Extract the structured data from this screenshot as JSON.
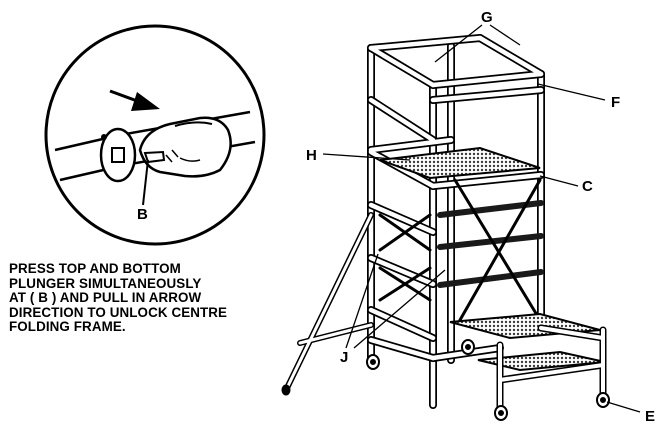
{
  "instruction": {
    "lines": [
      "PRESS TOP AND BOTTOM",
      "PLUNGER SIMULTANEOUSLY",
      "AT ( B ) AND PULL IN ARROW",
      "DIRECTION TO UNLOCK CENTRE",
      "FOLDING FRAME."
    ]
  },
  "callouts": {
    "b": "B",
    "c": "C",
    "e": "E",
    "f": "F",
    "g": "G",
    "h": "H",
    "j": "J"
  },
  "colors": {
    "line": "#000000",
    "tube_fill": "#ffffff",
    "deck_mesh": "#3a3a3a",
    "brace_dark": "#1a1a1a"
  }
}
